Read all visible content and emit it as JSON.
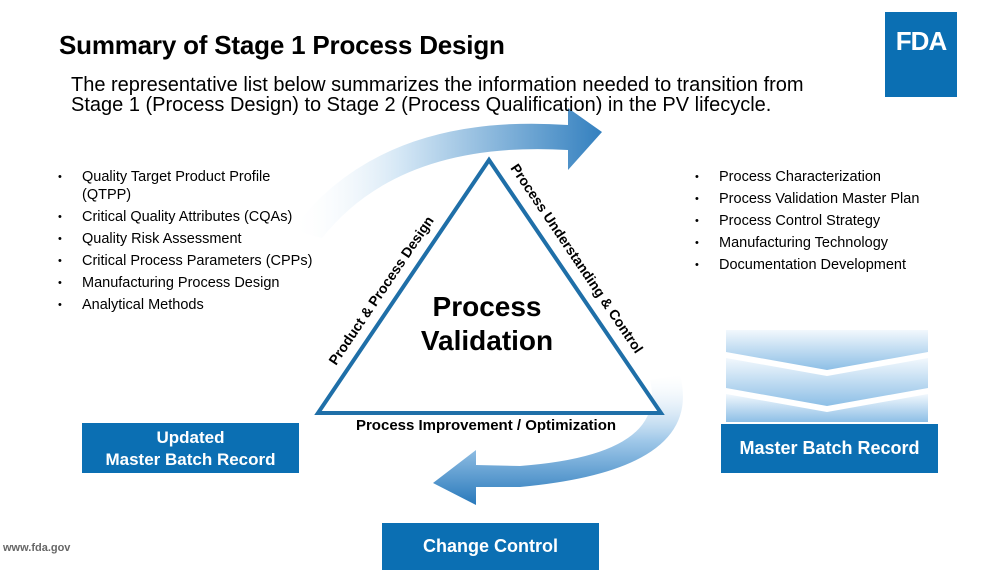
{
  "title": "Summary of Stage 1 Process Design",
  "subtitle": "The representative list below summarizes the information needed to transition from Stage 1 (Process Design) to Stage 2 (Process Qualification) in the PV lifecycle.",
  "logo_text": "FDA",
  "left_list": [
    "Quality Target Product Profile (QTPP)",
    "Critical Quality Attributes (CQAs)",
    "Quality Risk Assessment",
    "Critical Process Parameters (CPPs)",
    "Manufacturing Process Design",
    "Analytical Methods"
  ],
  "right_list": [
    "Process Characterization",
    "Process Validation Master Plan",
    "Process Control Strategy",
    "Manufacturing Technology",
    "Documentation Development"
  ],
  "triangle": {
    "center_line1": "Process",
    "center_line2": "Validation",
    "left_side": "Product & Process Design",
    "right_side": "Process Understanding & Control",
    "bottom_side": "Process Improvement / Optimization"
  },
  "boxes": {
    "updated_line1": "Updated",
    "updated_line2": "Master Batch Record",
    "master": "Master Batch Record",
    "change": "Change Control"
  },
  "footer_url": "www.fda.gov",
  "colors": {
    "fda_blue": "#0b6fb3",
    "triangle_stroke": "#1f6fa8",
    "arrow_light": "#e3f0fa",
    "arrow_dark": "#1a6db3"
  }
}
